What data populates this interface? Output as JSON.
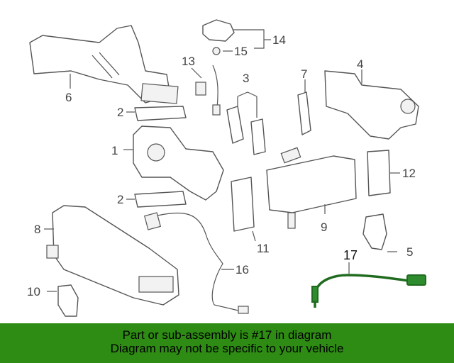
{
  "callouts": {
    "n1": "1",
    "n2a": "2",
    "n2b": "2",
    "n3": "3",
    "n4": "4",
    "n5": "5",
    "n6": "6",
    "n7": "7",
    "n8": "8",
    "n9": "9",
    "n10": "10",
    "n11": "11",
    "n12": "12",
    "n13": "13",
    "n14": "14",
    "n15": "15",
    "n16": "16",
    "n17": "17"
  },
  "highlighted_part": "17",
  "colors": {
    "highlight": "#2e8b14",
    "highlight_part": "#1f6b1f"
  },
  "banner": {
    "line1": "Part or sub-assembly is #17 in diagram",
    "line2": "Diagram may not be specific to your vehicle"
  }
}
